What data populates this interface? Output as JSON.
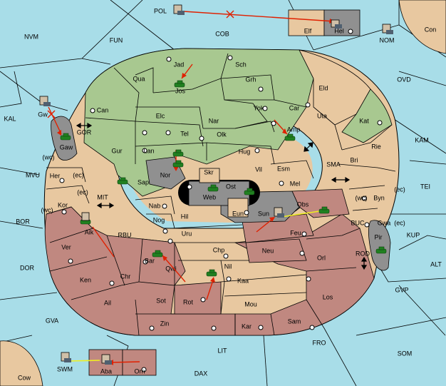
{
  "colors": {
    "sea": "#a8dde8",
    "green": "#a8c890",
    "tan": "#e8c8a0",
    "red": "#c08880",
    "grey": "#909090",
    "black": "#000000",
    "order_red": "#e02000",
    "order_yellow": "#f0f020",
    "army_green": "#208020"
  },
  "seas": {
    "POL": "POL",
    "NVM": "NVM",
    "FUN": "FUN",
    "COB": "COB",
    "NOM": "NOM",
    "Con": "Con",
    "OVD": "OVD",
    "KAL": "KAL",
    "GOR": "GOR",
    "KAM": "KAM",
    "MVU": "MVU",
    "SMA": "SMA",
    "TEI": "TEI",
    "MIT": "MIT",
    "BOR": "BOR",
    "RBU": "RBU",
    "BUC": "BUC",
    "KUP": "KUP",
    "DOR": "DOR",
    "ROD": "ROD",
    "ALT": "ALT",
    "GVP": "GVP",
    "GVA": "GVA",
    "FRO": "FRO",
    "SOM": "SOM",
    "LIT": "LIT",
    "SWM": "SWM",
    "DAX": "DAX",
    "Cow": "Cow"
  },
  "lands": {
    "Elf": "Elf",
    "Hel": "Hel",
    "Jad": "Jad",
    "Sch": "Sch",
    "Qua": "Qua",
    "Jos": "Jos",
    "Grh": "Grh",
    "Eld": "Eld",
    "Can": "Can",
    "Yok": "Yok",
    "Car": "Car",
    "Uta": "Uta",
    "Kat": "Kat",
    "Elc": "Elc",
    "Nar": "Nar",
    "Gw": "Gw",
    "Gaw": "Gaw",
    "Amp": "Amp",
    "Tel": "Tel",
    "Olk": "Olk",
    "Gur": "Gur",
    "Lan": "Lan",
    "Hug": "Hug",
    "Rie": "Rie",
    "Bri": "Bri",
    "Vil": "Vil",
    "Esm": "Esm",
    "Nor": "Nor",
    "Skr": "Skr",
    "Her": "Her",
    "Sap": "Sap",
    "Ost": "Ost",
    "Mel": "Mel",
    "Web": "Web",
    "Byn": "Byn",
    "Kor": "Kor",
    "Nab": "Nab",
    "Obs": "Obs",
    "Gwa": "Gwa",
    "Eun": "Eun",
    "Sun": "Sun",
    "Hil": "Hil",
    "Nog": "Nog",
    "Aik": "Aik",
    "Feu": "Feu",
    "Pir": "Pir",
    "Uru": "Uru",
    "Ver": "Ver",
    "Chp": "Chp",
    "Neu": "Neu",
    "Orl": "Orl",
    "Bar": "Bar",
    "Qwi": "Qwi",
    "Ken": "Ken",
    "Nil": "Nil",
    "Chr": "Chr",
    "Kaa": "Kaa",
    "Ail": "Ail",
    "Sot": "Sot",
    "Rot": "Rot",
    "Los": "Los",
    "Mou": "Mou",
    "Zin": "Zin",
    "Kar": "Kar",
    "Sam": "Sam",
    "Aba": "Aba",
    "Orn": "Orn"
  },
  "coasts": {
    "wc1": "(wc)",
    "ec1": "(ec)",
    "ec2": "(ec)",
    "wc2": "(wc)",
    "wc3": "(wc)",
    "ec3": "(ec)",
    "ec4": "(ec)"
  }
}
